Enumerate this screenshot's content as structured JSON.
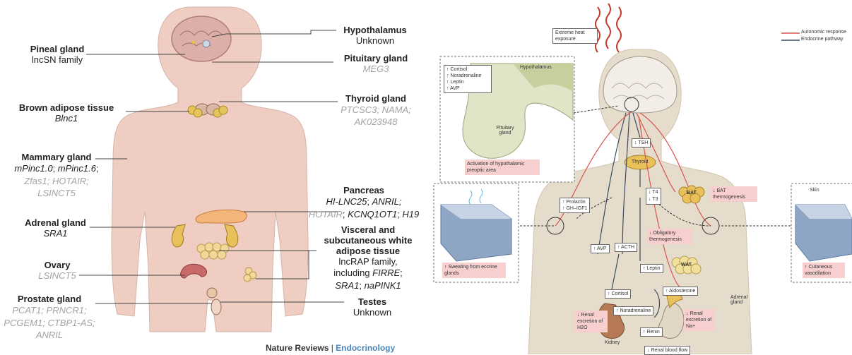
{
  "left": {
    "pineal": {
      "title": "Pineal gland",
      "line1": "lncSN family"
    },
    "brown": {
      "title": "Brown adipose tissue",
      "line1": "Blnc1"
    },
    "mammary": {
      "title": "Mammary gland",
      "line1a": "mPinc1.0",
      "sep1": "; ",
      "line1b": "mPinc1.6",
      "sep2": ";",
      "line2a": "Zfas1",
      "sep3": "; ",
      "line2b": "HOTAIR",
      "sep4": ";",
      "line3": "LSINCT5"
    },
    "adrenal": {
      "title": "Adrenal gland",
      "line1": "SRA1"
    },
    "ovary": {
      "title": "Ovary",
      "line1": "LSINCT5"
    },
    "prostate": {
      "title": "Prostate gland",
      "line1a": "PCAT1",
      "sep1": "; ",
      "line1b": "PRNCR1",
      "sep2": ";",
      "line2a": "PCGEM1",
      "sep3": "; ",
      "line2b": "CTBP1-AS",
      "sep4": ";",
      "line3": "ANRIL"
    },
    "hypothalamus": {
      "title": "Hypothalamus",
      "line1": "Unknown"
    },
    "pituitary": {
      "title": "Pituitary gland",
      "line1": "MEG3"
    },
    "thyroid": {
      "title": "Thyroid gland",
      "line1a": "PTCSC3",
      "sep1": "; ",
      "line1b": "NAMA",
      "sep2": ";",
      "line2": "AK023948"
    },
    "pancreas": {
      "title": "Pancreas",
      "line1a": "HI-LNC25",
      "sep1": "; ",
      "line1b": "ANRIL;",
      "line2a": "HOTAIR",
      "sep2": "; ",
      "line2b": "KCNQ1OT1",
      "sep3": "; ",
      "line2c": "H19"
    },
    "visceral": {
      "title1": "Visceral and",
      "title2": "subcutaneous white",
      "title3": "adipose tissue",
      "line1": "lncRAP family,",
      "line2a": "including ",
      "line2b": "FIRRE",
      "line2c": ";",
      "line3a": "SRA1",
      "line3b": "; ",
      "line3c": "naPINK1"
    },
    "testes": {
      "title": "Testes",
      "line1": "Unknown"
    },
    "footer_a": "Nature Reviews",
    "footer_sep": " | ",
    "footer_b": "Endocrinology"
  },
  "right": {
    "heat": "Extreme heat exposure",
    "legend_auto": "Autonomic response",
    "legend_endo": "Endocrine pathway",
    "hormones": [
      "↑ Cortisol",
      "↑ Noradrenaline",
      "↑ Leptin",
      "↑ AVP"
    ],
    "hypothalamus": "Hypothalamus",
    "pituitary": "Pituitary gland",
    "activation": "Activation of hypothalamic preoptic area",
    "tsh": "↓ TSH",
    "thyroid": "Thyroid",
    "t4": "↓ T4",
    "t3": "↓ T3",
    "bat": "BAT",
    "bat_label": "↓ BAT thermogenesis",
    "prolactin": "↑ Prolactin",
    "gh": "↑ GH–IGF1",
    "obligatory": "↓ Obligatory thermogenesis",
    "avp": "↑ AVP",
    "acth": "↑ ACTH",
    "leptin": "↑ Leptin",
    "wat": "WAT",
    "cortisol": "↑ Cortisol",
    "noradrenaline": "↑ Noradrenaline",
    "aldosterone": "↑ Aldosterone",
    "adrenal": "Adrenal gland",
    "renal_h2o": "↓ Renal excretion of H2O",
    "renal_na": "↓ Renal excretion of Na+",
    "renin": "↑ Renin",
    "kidney": "Kidney",
    "renal_blood": "↓ Renal blood flow",
    "sweating": "↑ Sweating from eccrine glands",
    "skin": "Skin",
    "vasodilation": "↑ Cutaneous vasodilation"
  },
  "colors": {
    "autonomic": "#d9534f",
    "endocrine": "#3b4a63",
    "skin": "#f0cdc2",
    "pink": "#f8cfcf",
    "gray_text": "#a3a3a3",
    "footer_blue": "#4a86b8"
  }
}
